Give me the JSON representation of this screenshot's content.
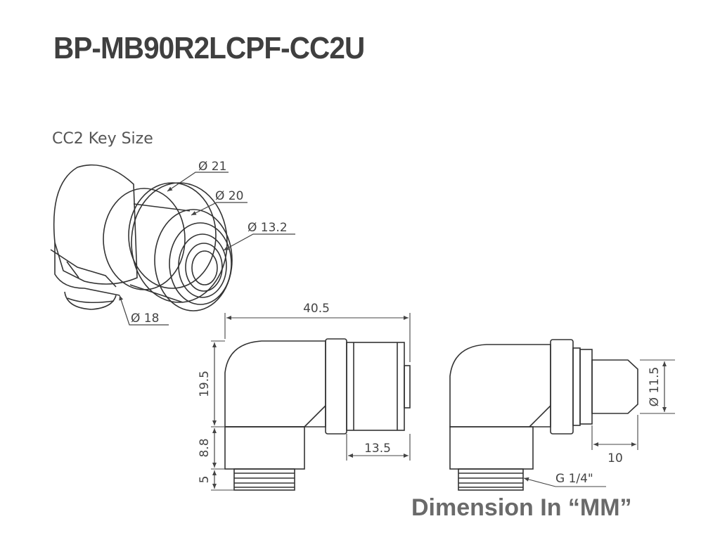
{
  "header": {
    "title": "BP-MB90R2LCPF-CC2U"
  },
  "iso_view": {
    "caption": "CC2 Key Size",
    "diameters": [
      "21",
      "20",
      "13.2",
      "18"
    ],
    "diameter_symbol": "Ø"
  },
  "side_view": {
    "overall_length": "40.5",
    "upper_height": "19.5",
    "mid_height": "8.8",
    "thread_height": "5",
    "collar_length": "13.5"
  },
  "rear_view": {
    "inner_diameter": "11.5",
    "barb_length": "10",
    "thread_label": "G 1/4\""
  },
  "footer": {
    "note": "Dimension In “MM”"
  }
}
